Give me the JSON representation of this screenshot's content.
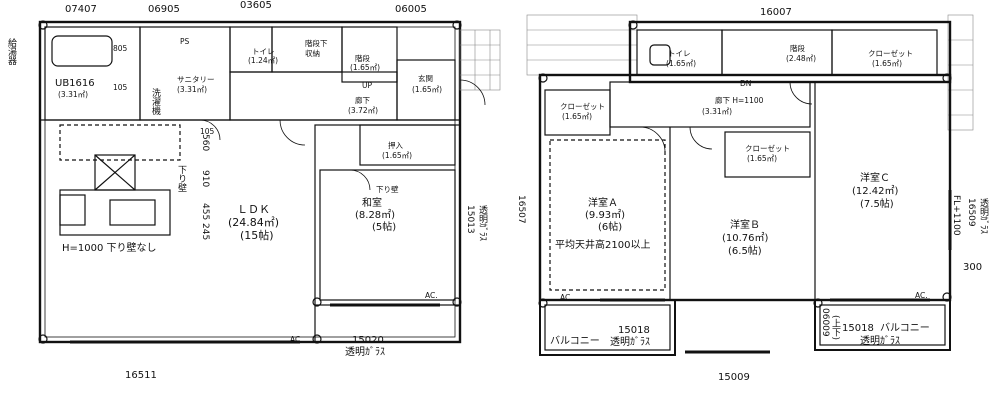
{
  "first_floor": {
    "dims": {
      "top_left": "07407",
      "top_mid": "06905",
      "top_right1": "03605",
      "top_right2": "06005",
      "left_1": "560",
      "left_2": "910",
      "left_3": "455 245",
      "left_4": "105",
      "left_5": "805",
      "left_6": "105",
      "right": "15013",
      "bottom": "16511",
      "window_bottom": "15020"
    },
    "texts": {
      "kyutouki": "給湯器",
      "bath_name": "UB1616",
      "bath_area": "(3.31㎡)",
      "sanitary": "サニタリー",
      "sanitary_area": "(3.31㎡)",
      "laundry": "洗濯機",
      "ps": "PS",
      "toilet": "トイレ",
      "toilet_area": "(1.24㎡)",
      "storage": "階段下",
      "storage2": "収納",
      "stairs": "階段",
      "stairs_area": "(1.65㎡)",
      "up": "UP",
      "entrance": "玄関",
      "entrance_area": "(1.65㎡)",
      "hall": "廊下",
      "hall_area": "(3.72㎡)",
      "oshiire": "押入",
      "oshiire_area": "(1.65㎡)",
      "sagari": "下り壁",
      "washitsu": "和室",
      "washitsu_area": "(8.28㎡)",
      "washitsu_tatami": "(5帖)",
      "ldk": "ＬＤＫ",
      "ldk_area": "(24.84㎡)",
      "ldk_tatami": "(15帖)",
      "h1000": "H=1000 下り壁なし",
      "kitchen_wall": "下り壁",
      "transparent": "透明ｶﾞﾗｽ",
      "transparent_v": "透明ｶﾞﾗｽ",
      "ac": "AC."
    }
  },
  "second_floor": {
    "dims": {
      "top": "16007",
      "left": "16507",
      "bottom": "15009",
      "right_v": "16509",
      "fl": "FL+1100",
      "right_h": "300",
      "balc_left": "15018",
      "balc_right": "15018",
      "balc_v": "06009"
    },
    "texts": {
      "toilet": "トイレ",
      "toilet_area": "(1.65㎡)",
      "stairs": "階段",
      "stairs_area": "(2.48㎡)",
      "dn": "DN",
      "closet_c": "クローゼット",
      "closet_c_area": "(1.65㎡)",
      "closet_a": "クローゼット",
      "closet_a_area": "(1.65㎡)",
      "hall": "廊下 H=1100",
      "hall_area": "(3.31㎡)",
      "closet_b": "クローゼット",
      "closet_b_area": "(1.65㎡)",
      "room_a": "洋室Ａ",
      "room_a_area": "(9.93㎡)",
      "room_a_tatami": "(6帖)",
      "ceiling": "平均天井高2100以上",
      "room_b": "洋室Ｂ",
      "room_b_area": "(10.76㎡)",
      "room_b_tatami": "(6.5帖)",
      "room_c": "洋室Ｃ",
      "room_c_area": "(12.42㎡)",
      "room_c_tatami": "(7.5帖)",
      "balcony": "バルコニー",
      "balcony2": "バルコニー",
      "transparent": "透明ｶﾞﾗｽ",
      "transparent2": "透明ｶﾞﾗｽ",
      "transparent_v": "透明ｶﾞﾗｽ",
      "ac": "AC.",
      "joge": "(上下)"
    }
  }
}
